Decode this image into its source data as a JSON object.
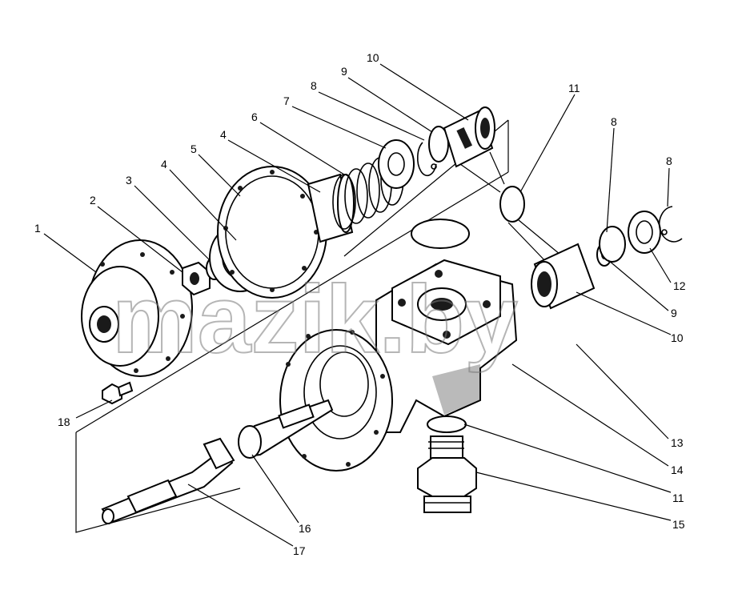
{
  "watermark": "mazik.by",
  "callouts": {
    "c1": "1",
    "c2": "2",
    "c3": "3",
    "c4a": "4",
    "c4b": "4",
    "c5": "5",
    "c6": "6",
    "c7": "7",
    "c8a": "8",
    "c8b": "8",
    "c8c": "8",
    "c9a": "9",
    "c9b": "9",
    "c10a": "10",
    "c10b": "10",
    "c11a": "11",
    "c11b": "11",
    "c12": "12",
    "c13": "13",
    "c14": "14",
    "c15": "15",
    "c16": "16",
    "c17": "17",
    "c18": "18"
  }
}
